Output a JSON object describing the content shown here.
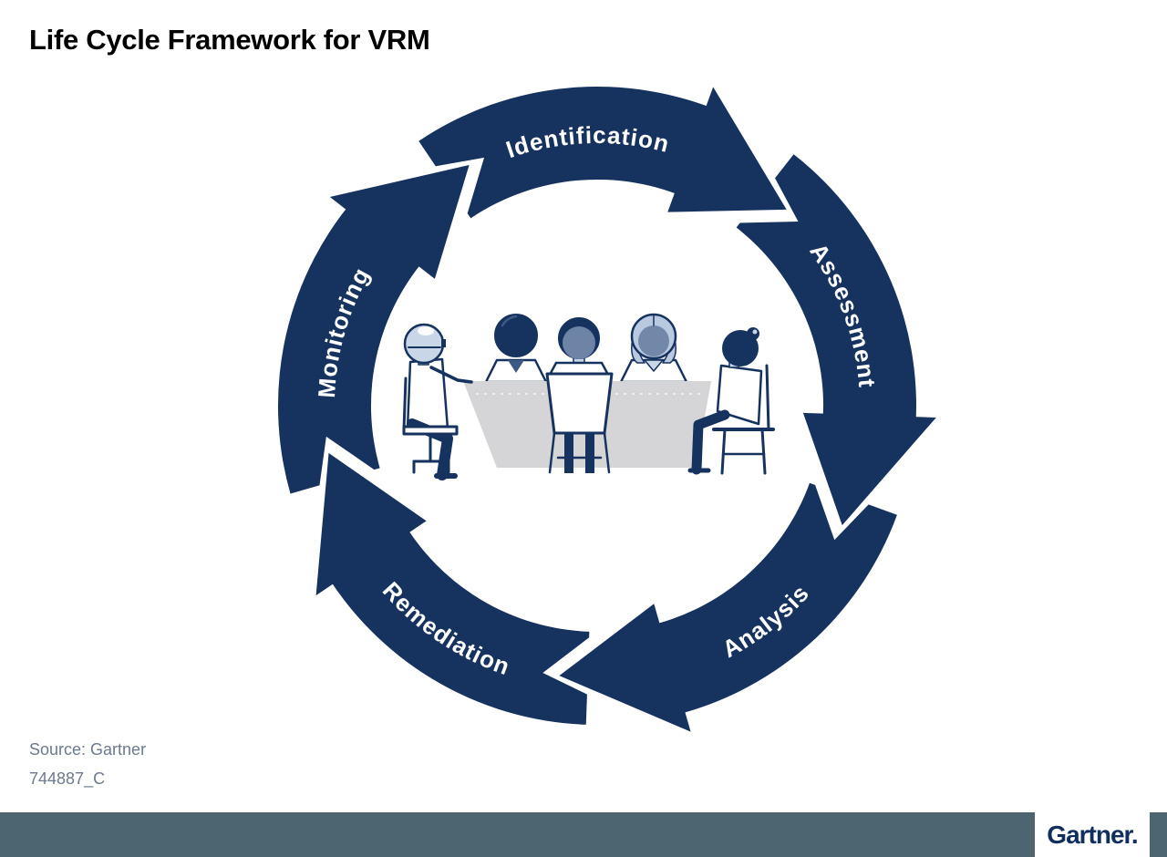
{
  "title": "Life Cycle Framework for VRM",
  "cycle": {
    "direction": "clockwise",
    "stages": [
      {
        "label": "Identification"
      },
      {
        "label": "Assessment"
      },
      {
        "label": "Analysis"
      },
      {
        "label": "Remediation"
      },
      {
        "label": "Monitoring"
      }
    ]
  },
  "illustration": {
    "description": "Five people in a meeting around a conference table",
    "people_count": "5"
  },
  "footer": {
    "source": "Source: Gartner",
    "doc_id": "744887_C"
  },
  "brand": {
    "logo_text": "Gartner."
  },
  "colors": {
    "arrow_navy": "#16325e",
    "footer_bar": "#4d6571",
    "source_text": "#6b7a8e",
    "table_gray": "#d5d5d7",
    "light_blue": "#c9d6e8",
    "mid_blue": "#6e84a6",
    "title_black": "#000000",
    "logo_navy": "#112f5c"
  }
}
